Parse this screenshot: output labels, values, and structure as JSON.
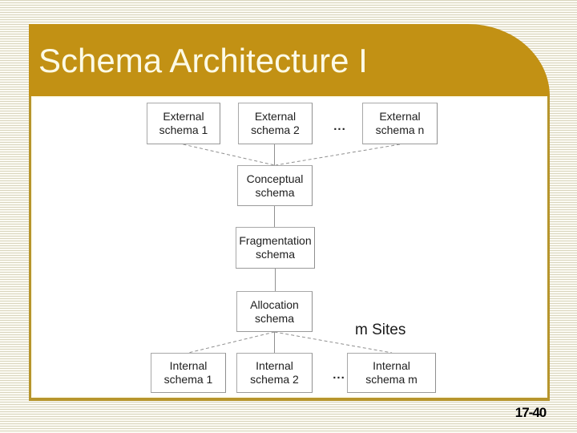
{
  "slide": {
    "title": "Schema Architecture I",
    "page_number": "17-40"
  },
  "colors": {
    "accent_gold": "#c29114",
    "border_gold": "#b7952c",
    "stripe": "#d9d5bd",
    "title_text": "#fcfae6",
    "box_border": "#a8a8a8",
    "connector_line": "#909090"
  },
  "diagram": {
    "boxes": [
      {
        "id": "external-schema-1",
        "line1": "External",
        "line2": "schema 1"
      },
      {
        "id": "external-schema-2",
        "line1": "External",
        "line2": "schema 2"
      },
      {
        "id": "external-schema-n",
        "line1": "External",
        "line2": "schema n"
      },
      {
        "id": "conceptual-schema",
        "line1": "Conceptual",
        "line2": "schema"
      },
      {
        "id": "fragmentation-schema",
        "line1": "Fragmentation",
        "line2": "schema"
      },
      {
        "id": "allocation-schema",
        "line1": "Allocation",
        "line2": "schema"
      },
      {
        "id": "internal-schema-1",
        "line1": "Internal",
        "line2": "schema 1"
      },
      {
        "id": "internal-schema-2",
        "line1": "Internal",
        "line2": "schema 2"
      },
      {
        "id": "internal-schema-m",
        "line1": "Internal",
        "line2": "schema m"
      }
    ],
    "dots_top": "...",
    "dots_bottom": "...",
    "sites_label": "m Sites"
  }
}
